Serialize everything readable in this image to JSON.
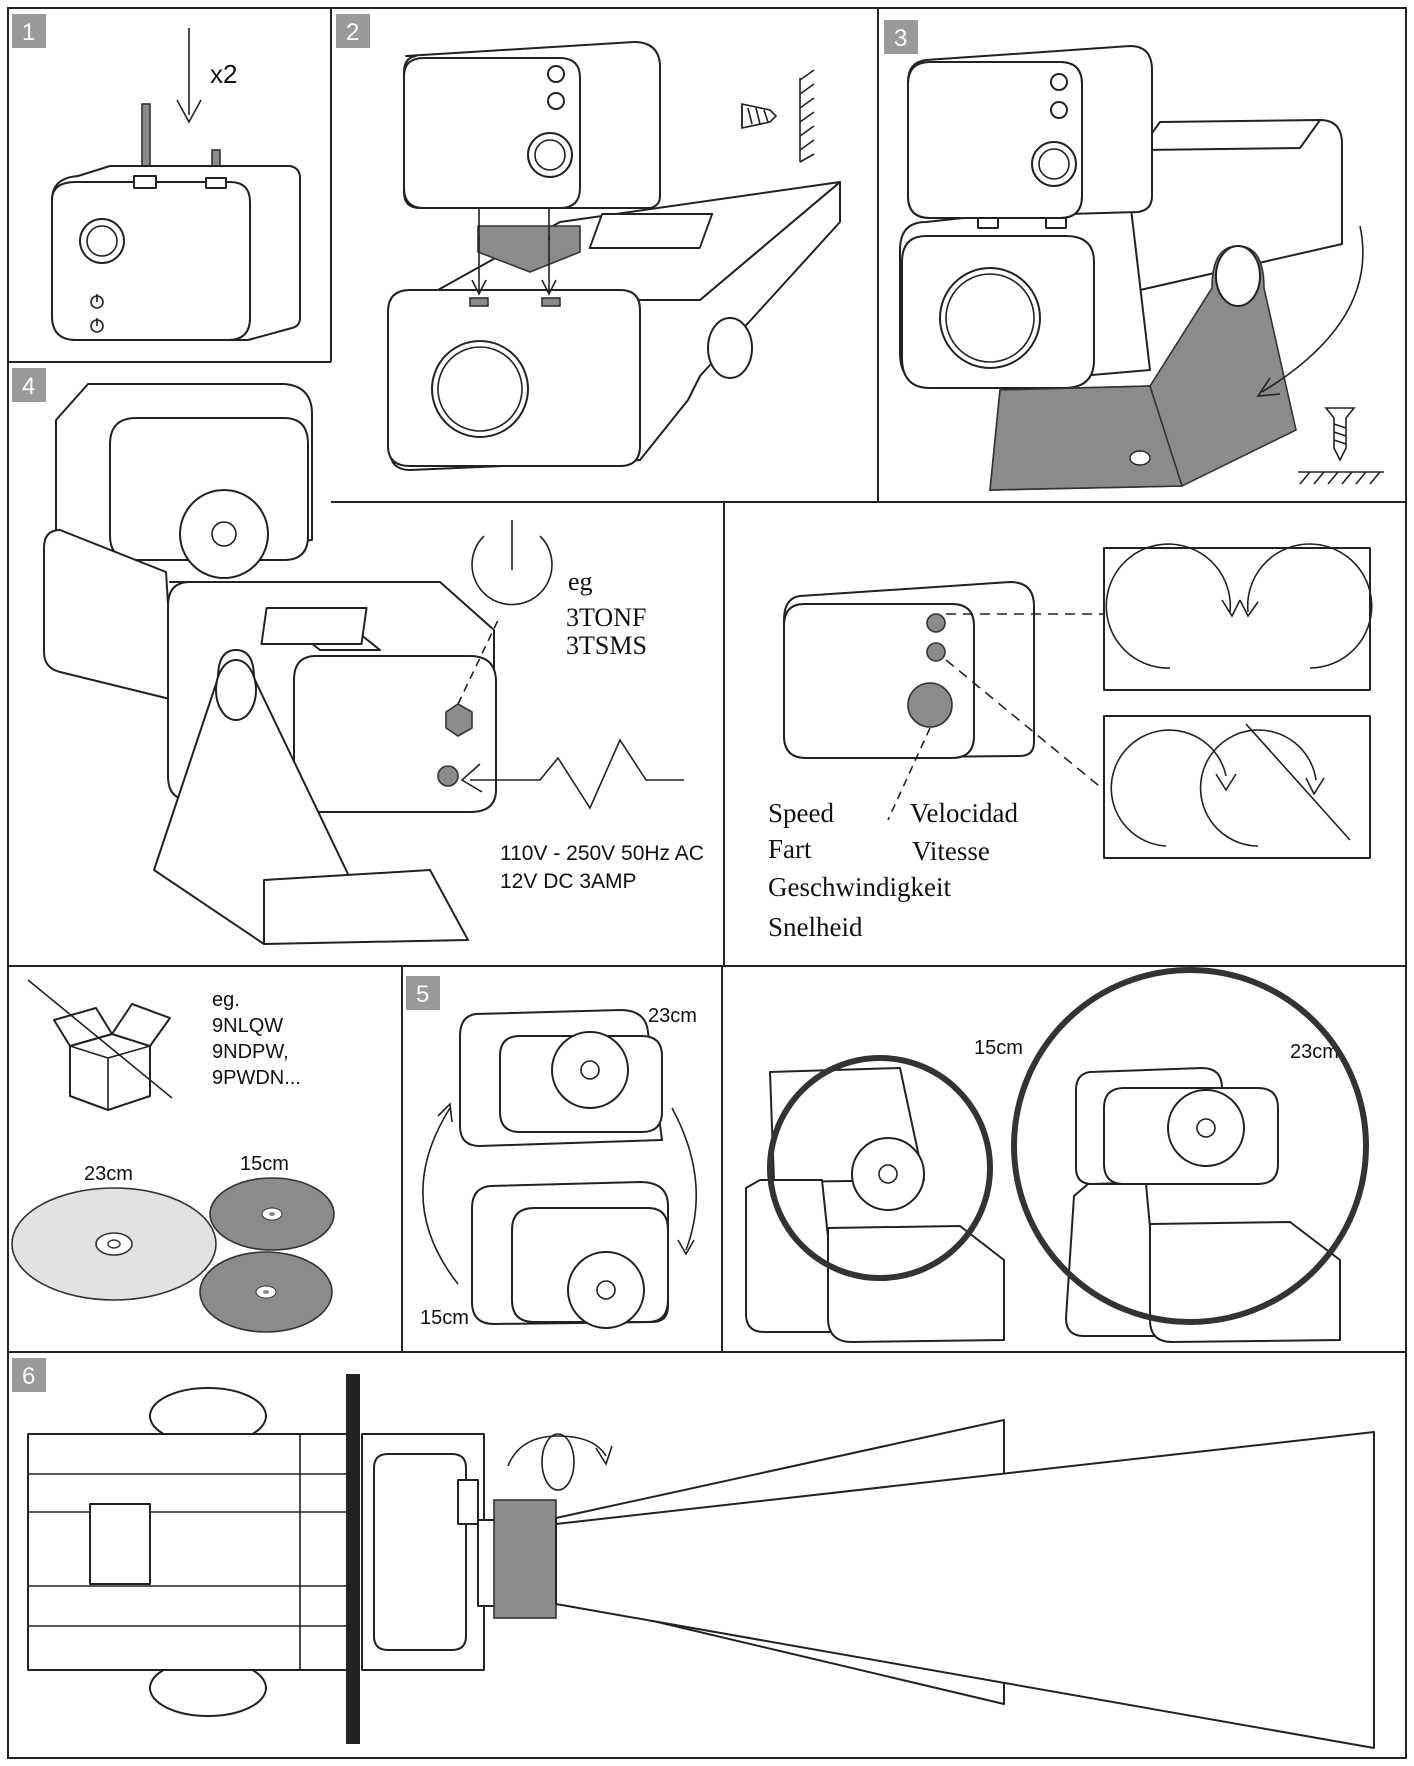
{
  "steps": {
    "s1": "1",
    "s2": "2",
    "s3": "3",
    "s4": "4",
    "s5": "5",
    "s6": "6"
  },
  "panel1": {
    "count": "x2"
  },
  "panel4": {
    "eg": "eg",
    "model1": "3TONF",
    "model2": "3TSMS",
    "power1": "110V - 250V 50Hz AC",
    "power2": "12V DC 3AMP"
  },
  "speed_panel": {
    "speed": "Speed",
    "fart": "Fart",
    "geschwindigkeit": "Geschwindigkeit",
    "snelheid": "Snelheid",
    "velocidad": "Velocidad",
    "vitesse": "Vitesse"
  },
  "discs_panel": {
    "eg": "eg.",
    "m1": "9NLQW",
    "m2": "9NDPW,",
    "m3": "9PWDN...",
    "large": "23cm",
    "small": "15cm"
  },
  "panel5": {
    "large": "23cm",
    "small": "15cm"
  },
  "panel5b": {
    "small": "15cm",
    "large": "23cm"
  },
  "colors": {
    "line": "#222222",
    "disc_dark": "#8b8b8b",
    "disc_light": "#e2e2e2",
    "badge": "#9a9a9a"
  },
  "icons": [
    "screw-wall-icon",
    "screw-floor-icon",
    "power-icon",
    "no-box-icon",
    "rotate-arrow-icon",
    "knob-icon"
  ]
}
